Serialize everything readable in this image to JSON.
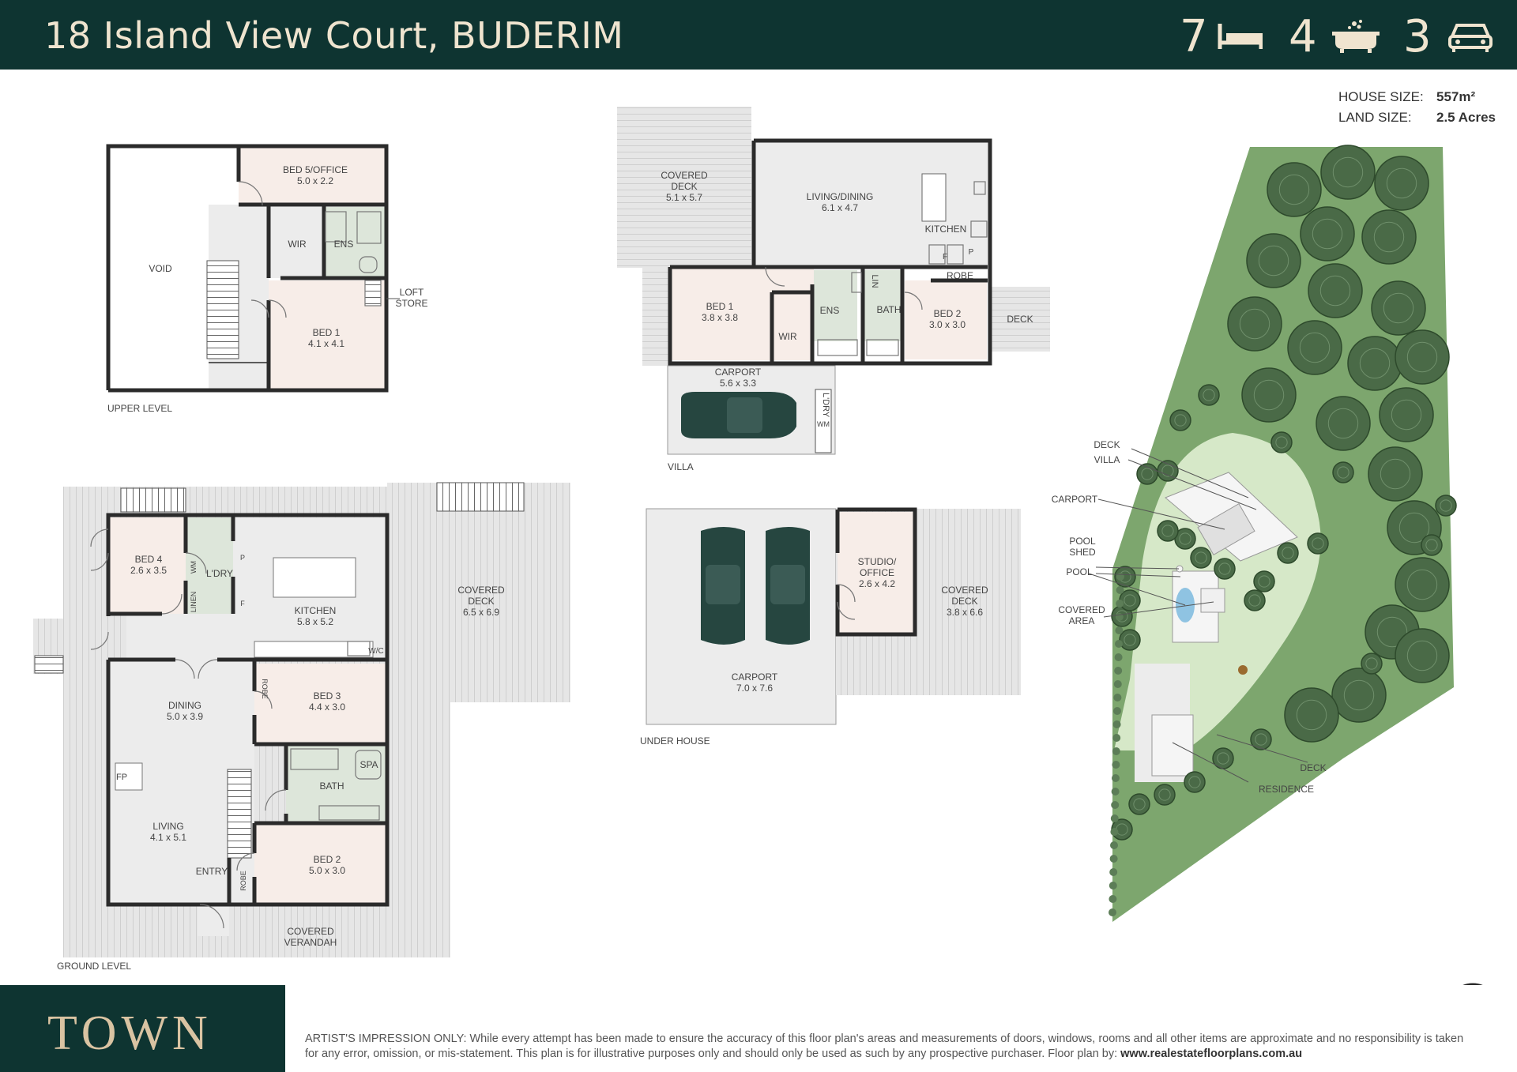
{
  "header": {
    "title": "18 Island View Court, BUDERIM",
    "bedrooms": "7",
    "bathrooms": "4",
    "car_spaces": "3",
    "bed_icon": "bed-icon",
    "bath_icon": "bathtub-icon",
    "car_icon": "car-icon"
  },
  "sizes": {
    "house_label": "HOUSE SIZE:",
    "house_value": "557m²",
    "land_label": "LAND SIZE:",
    "land_value": "2.5 Acres"
  },
  "upper": {
    "level_label": "UPPER LEVEL",
    "void": "VOID",
    "bed5_name": "BED 5/OFFICE",
    "bed5_dim": "5.0 x 2.2",
    "wir": "WIR",
    "ens": "ENS",
    "bed1_name": "BED 1",
    "bed1_dim": "4.1 x 4.1",
    "loft1": "LOFT",
    "loft2": "STORE"
  },
  "villa": {
    "level_label": "VILLA",
    "deck_name1": "COVERED",
    "deck_name2": "DECK",
    "deck_dim": "5.1 x 5.7",
    "living_name": "LIVING/DINING",
    "living_dim": "6.1 x 4.7",
    "kitchen": "KITCHEN",
    "f": "F",
    "p": "P",
    "robe": "ROBE",
    "bed1_name": "BED 1",
    "bed1_dim": "3.8 x 3.8",
    "wir": "WIR",
    "ens": "ENS",
    "lin": "LIN",
    "bath": "BATH",
    "bed2_name": "BED 2",
    "bed2_dim": "3.0 x 3.0",
    "deck": "DECK",
    "carport_name": "CARPORT",
    "carport_dim": "5.6 x 3.3",
    "ldry": "L'DRY",
    "wm": "WM"
  },
  "ground": {
    "level_label": "GROUND LEVEL",
    "bed4_name": "BED 4",
    "bed4_dim": "2.6 x 3.5",
    "wm": "WM",
    "linen": "LINEN",
    "ldry": "L'DRY",
    "p": "P",
    "f": "F",
    "kitchen_name": "KITCHEN",
    "kitchen_dim": "5.8 x 5.2",
    "wc": "W/C",
    "deck_name1": "COVERED",
    "deck_name2": "DECK",
    "deck_dim": "6.5 x 6.9",
    "dining_name": "DINING",
    "dining_dim": "5.0 x 3.9",
    "robe": "ROBE",
    "bed3_name": "BED 3",
    "bed3_dim": "4.4 x 3.0",
    "spa": "SPA",
    "bath": "BATH",
    "fp": "FP",
    "living_name": "LIVING",
    "living_dim": "4.1 x 5.1",
    "entry": "ENTRY",
    "robe2": "ROBE",
    "bed2_name": "BED 2",
    "bed2_dim": "5.0 x 3.0",
    "verandah1": "COVERED",
    "verandah2": "VERANDAH"
  },
  "under": {
    "level_label": "UNDER HOUSE",
    "carport_name": "CARPORT",
    "carport_dim": "7.0 x 7.6",
    "studio1": "STUDIO/",
    "studio2": "OFFICE",
    "studio_dim": "2.6 x 4.2",
    "deck_name1": "COVERED",
    "deck_name2": "DECK",
    "deck_dim": "3.8 x 6.6"
  },
  "site": {
    "deck": "DECK",
    "villa": "VILLA",
    "carport": "CARPORT",
    "pool_shed1": "POOL",
    "pool_shed2": "SHED",
    "pool": "POOL",
    "covered1": "COVERED",
    "covered2": "AREA",
    "deck2": "DECK",
    "residence": "RESIDENCE",
    "north_icon": "north-arrow-icon"
  },
  "footer": {
    "logo": "TOWN",
    "disclaimer_text": "ARTIST'S IMPRESSION ONLY: While every attempt has been made to ensure the accuracy of this floor plan's areas and measurements of doors, windows, rooms and all other items are approximate and no responsibility is taken for any error, omission, or mis-statement. This plan is for illustrative purposes only and should only be used as such by any prospective purchaser. Floor plan by: ",
    "disclaimer_link": "www.realestatefloorplans.com.au"
  },
  "colors": {
    "brand_dark": "#0e3431",
    "brand_gold": "#d9c3a2",
    "wall": "#2b2b2b",
    "room_pink": "#f7ede8",
    "room_grey": "#ececec",
    "wet_green": "#dde6da",
    "deck_grey": "#e3e3e3",
    "grass_light": "#d6e8c8",
    "grass_mid": "#7da66e",
    "tree_dark": "#4a6a47"
  }
}
